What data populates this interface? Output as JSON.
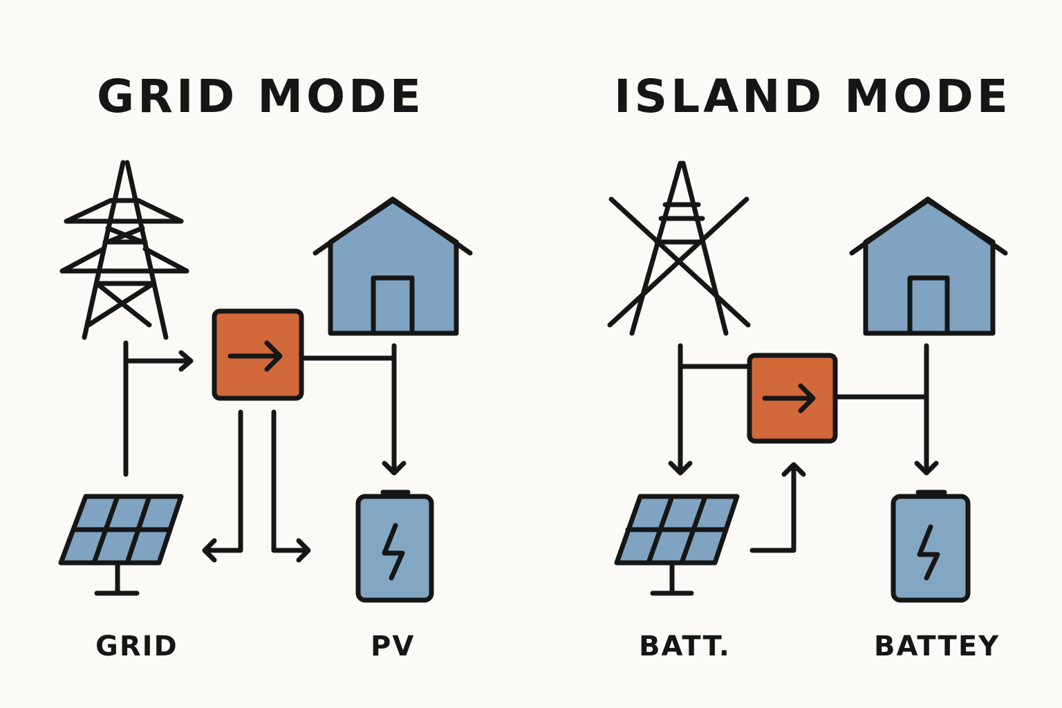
{
  "colors": {
    "background": "#fbfaf7",
    "ink": "#161616",
    "house_fill": "#7fa3c0",
    "battery_fill": "#83a7c3",
    "panel_fill": "#7fa3c0",
    "converter_fill": "#d2693a"
  },
  "grid_mode": {
    "title": "GRID MODE",
    "labels": {
      "left": "GRID",
      "right": "PV"
    },
    "icons": [
      "transmission-tower-icon",
      "house-icon",
      "converter-icon",
      "solar-panel-icon",
      "battery-icon"
    ]
  },
  "island_mode": {
    "title": "ISLAND MODE",
    "labels": {
      "left": "BATT.",
      "right": "BATTEY"
    },
    "icons": [
      "transmission-tower-crossed-icon",
      "house-icon",
      "converter-icon",
      "solar-panel-icon",
      "battery-icon"
    ]
  }
}
